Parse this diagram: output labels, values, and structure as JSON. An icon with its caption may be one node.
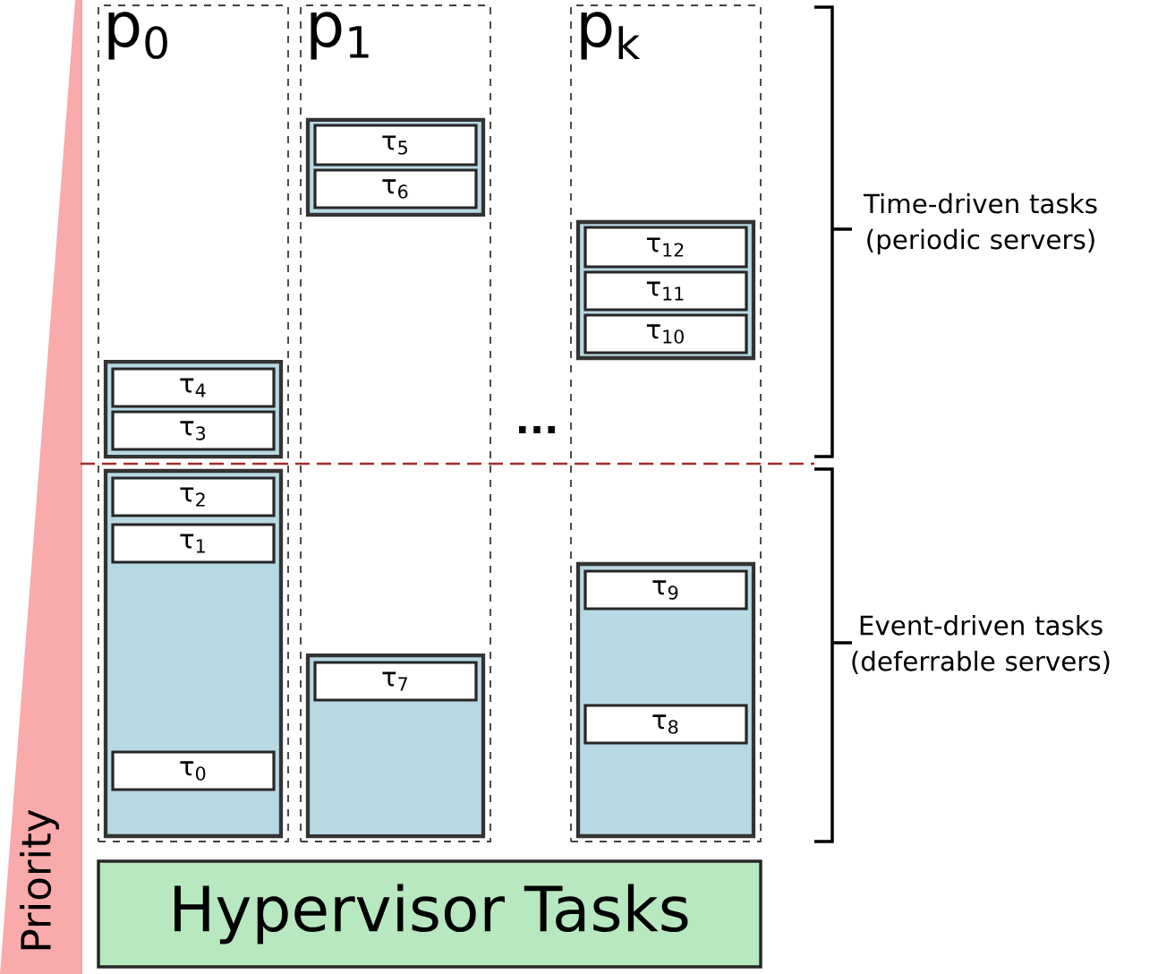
{
  "diagram": {
    "nodes": [
      {
        "text": [
          "p$_{0}$"
        ]
      },
      {
        "text": [],
        "shape": "box",
        "in": 0
      },
      {
        "text": [
          "τ$_{4}$"
        ],
        "in": 1
      },
      {
        "text": [
          "τ$_{3}$"
        ],
        "in": 1
      },
      {
        "text": [],
        "shape": "box",
        "in": 0
      },
      {
        "text": [
          "τ$_{2}$"
        ],
        "in": 4
      },
      {
        "text": [
          "τ$_{1}$"
        ],
        "in": 4
      },
      {
        "text": [
          "τ$_{0}$"
        ],
        "in": 4
      },
      {
        "text": [
          "p$_{1}$"
        ]
      },
      {
        "text": [],
        "shape": "box",
        "in": 8
      },
      {
        "text": [
          "τ$_{5}$"
        ],
        "in": 9
      },
      {
        "text": [
          "τ$_{6}$"
        ],
        "in": 9
      },
      {
        "text": [],
        "shape": "box",
        "in": 8
      },
      {
        "text": [
          "τ$_{7}$"
        ],
        "in": 12
      },
      {
        "text": [
          "p$_{k}$"
        ]
      },
      {
        "text": [],
        "shape": "box",
        "in": 14
      },
      {
        "text": [
          "τ$_{12}$"
        ],
        "in": 15
      },
      {
        "text": [
          "τ$_{11}$"
        ],
        "in": 15
      },
      {
        "text": [
          "τ$_{10}$"
        ],
        "in": 15
      },
      {
        "text": [],
        "shape": "box",
        "in": 14
      },
      {
        "text": [
          "τ$_{9}$"
        ],
        "in": 19
      },
      {
        "text": [
          "τ$_{8}$"
        ],
        "in": 19
      },
      {
        "text": [
          "Hypervisor Tasks"
        ]
      }
    ],
    "labels": [
      "...",
      "Time-driven tasks (periodic servers)",
      "Event-driven tasks (deferrable servers)",
      "Priority"
    ]
  }
}
